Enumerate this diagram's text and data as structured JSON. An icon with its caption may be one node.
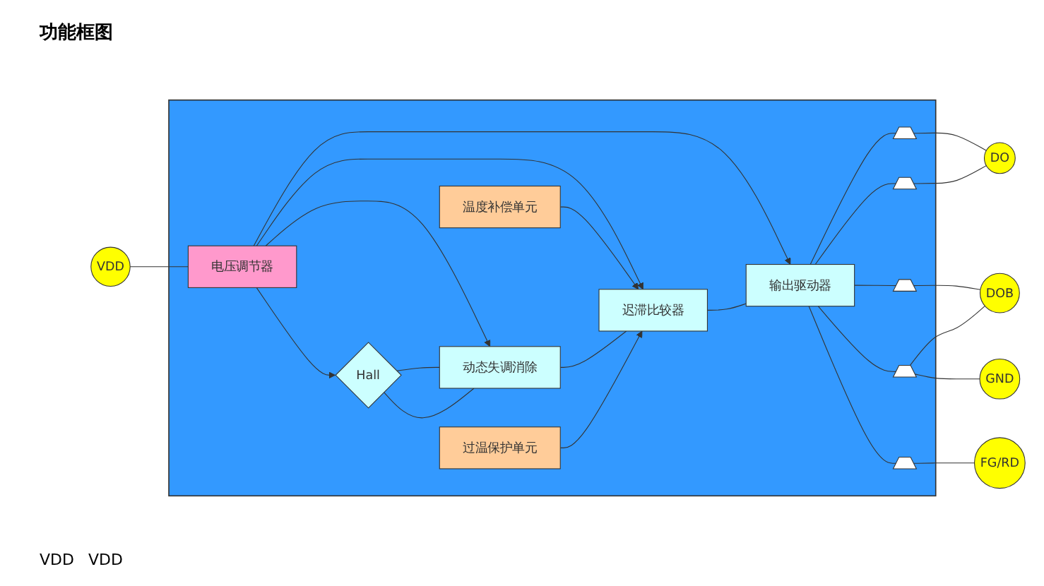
{
  "diagram": {
    "title": "功能框图",
    "nodes": [
      {
        "text": [],
        "shape": "box"
      },
      {
        "text": [
          "VDD"
        ]
      },
      {
        "text": [
          "电压调节器"
        ],
        "in": 0
      },
      {
        "text": [
          "温度补偿单元"
        ],
        "in": 0
      },
      {
        "text": [
          "Hall"
        ],
        "in": 0
      },
      {
        "text": [
          "动态失调消除"
        ],
        "in": 0
      },
      {
        "text": [
          "迟滞比较器"
        ],
        "in": 0
      },
      {
        "text": [
          "输出驱动器"
        ],
        "in": 0
      },
      {
        "text": [
          "过温保护单元"
        ],
        "in": 0
      },
      {
        "text": [
          "DO"
        ]
      },
      {
        "text": [
          "DOB"
        ]
      },
      {
        "text": [
          "GND"
        ]
      },
      {
        "text": [
          "FG/RD"
        ]
      },
      {
        "text": [],
        "shape": "transistor",
        "in": 0
      },
      {
        "text": [],
        "shape": "transistor",
        "in": 0
      },
      {
        "text": [],
        "shape": "transistor",
        "in": 0
      },
      {
        "text": [],
        "shape": "transistor",
        "in": 0
      },
      {
        "text": [],
        "shape": "transistor",
        "in": 0
      }
    ],
    "edges": [
      {
        "from": 1,
        "to": 2,
        "arrow": "none"
      },
      {
        "from": 2,
        "to": 4,
        "arrow": "to"
      },
      {
        "from": 2,
        "to": 5,
        "arrow": "to"
      },
      {
        "from": 2,
        "to": 6,
        "arrow": "to"
      },
      {
        "from": 2,
        "to": 7,
        "arrow": "to"
      },
      {
        "from": 3,
        "to": 6,
        "arrow": "to"
      },
      {
        "from": 4,
        "to": 5,
        "arrow": "none"
      },
      {
        "from": 4,
        "to": 5,
        "arrow": "none"
      },
      {
        "from": 5,
        "to": 6,
        "arrow": "none"
      },
      {
        "from": 8,
        "to": 6,
        "arrow": "to"
      },
      {
        "from": 6,
        "to": 7,
        "arrow": "none"
      },
      {
        "from": 7,
        "to": 13,
        "arrow": "none"
      },
      {
        "from": 7,
        "to": 14,
        "arrow": "none"
      },
      {
        "from": 7,
        "to": 15,
        "arrow": "none"
      },
      {
        "from": 7,
        "to": 16,
        "arrow": "none"
      },
      {
        "from": 7,
        "to": 17,
        "arrow": "none"
      },
      {
        "from": 13,
        "to": 9,
        "arrow": "none"
      },
      {
        "from": 14,
        "to": 9,
        "arrow": "none"
      },
      {
        "from": 15,
        "to": 10,
        "arrow": "none"
      },
      {
        "from": 16,
        "to": 10,
        "arrow": "none"
      },
      {
        "from": 16,
        "to": 11,
        "arrow": "none"
      },
      {
        "from": 17,
        "to": 12,
        "arrow": "none"
      }
    ],
    "labels": [
      "VDD",
      "VDD"
    ]
  }
}
